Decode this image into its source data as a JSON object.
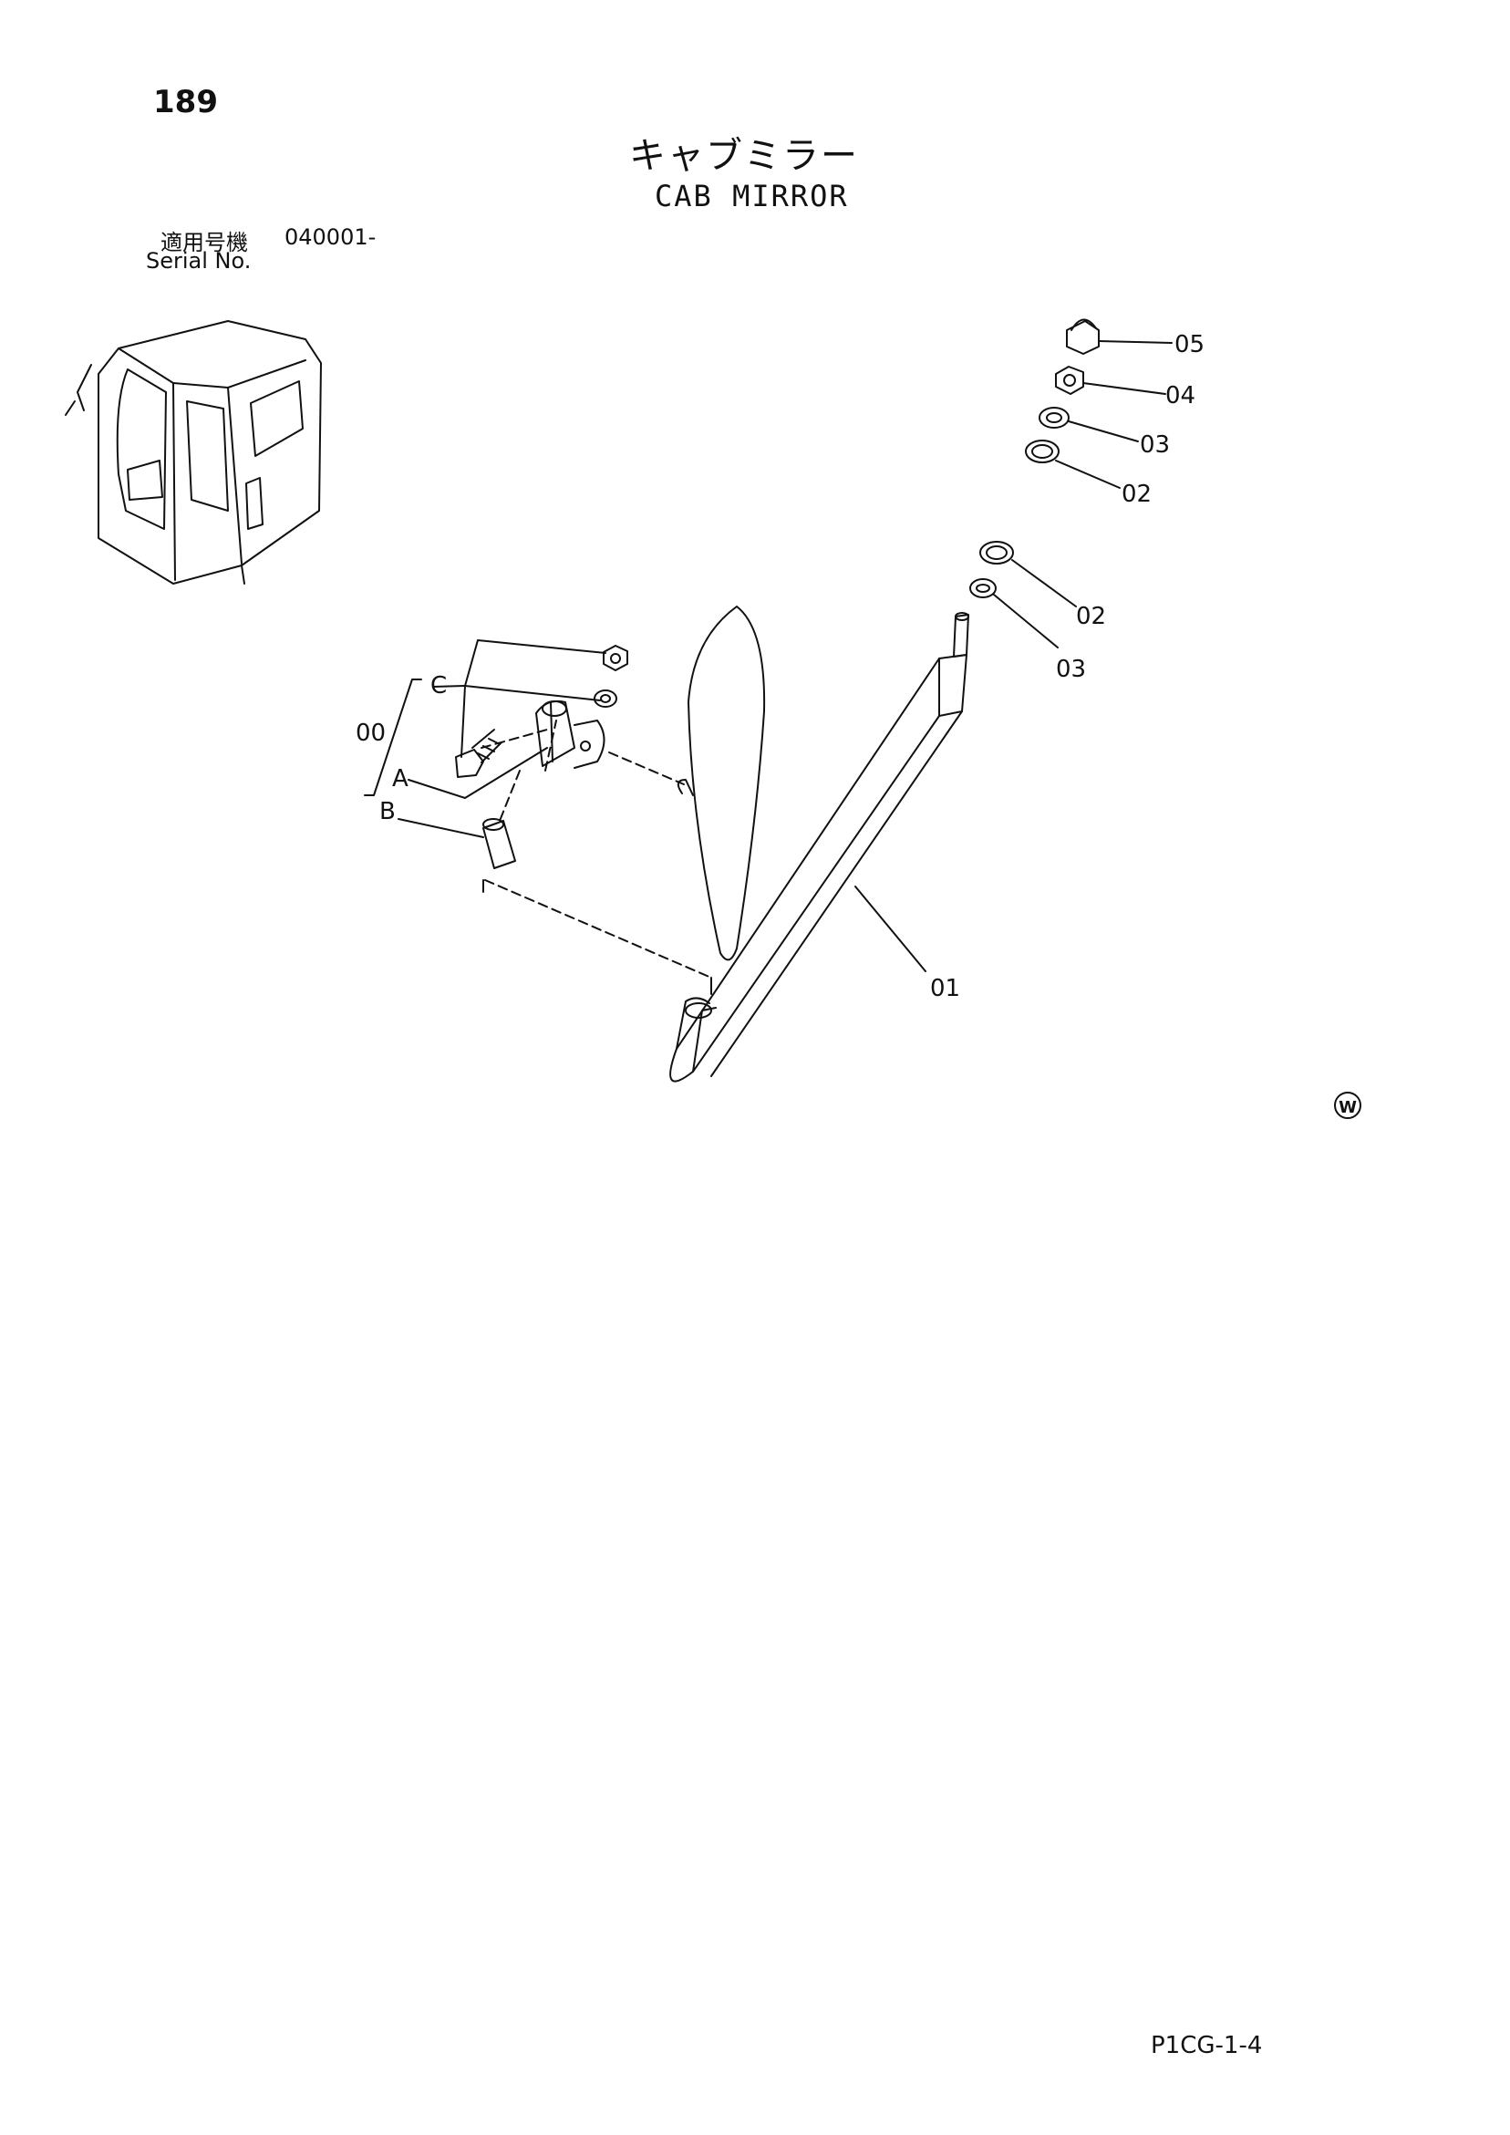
{
  "page": {
    "number": "189",
    "title_jp": "キャブミラー",
    "title_en": "CAB MIRROR",
    "serial_label_jp": "適用号機",
    "serial_label_en": "Serial No.",
    "serial_value": "040001-",
    "doc_code": "P1CG-1-4",
    "watermark_symbol": "W"
  },
  "callouts": {
    "c05": "05",
    "c04": "04",
    "c03a": "03",
    "c02a": "02",
    "c02b": "02",
    "c03b": "03",
    "c01": "01",
    "c00": "00",
    "cA": "A",
    "cB": "B",
    "cC": "C"
  },
  "icons": {
    "cab": "cab-outline-icon",
    "mirror": "mirror-glass-icon",
    "stay": "mirror-stay-icon",
    "bracket": "bracket-icon",
    "cap_nut": "cap-nut-icon",
    "nut": "hex-nut-icon",
    "washer": "washer-icon",
    "bolt": "bolt-icon",
    "collar": "collar-icon",
    "watermark": "circled-w-icon"
  }
}
